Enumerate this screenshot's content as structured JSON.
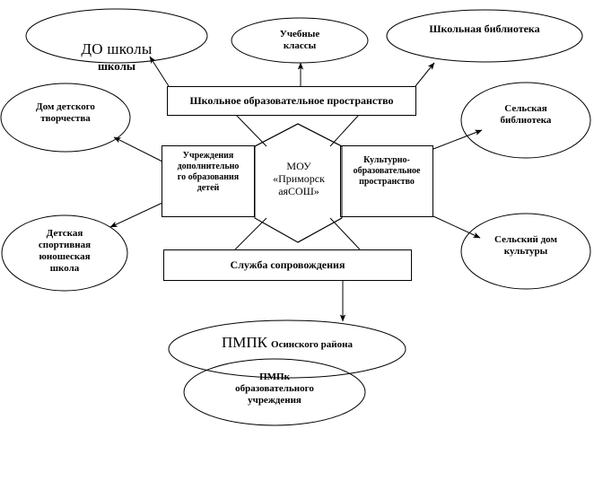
{
  "diagram": {
    "title": "Образовательное пространство МОУ «Приморская СОШ»",
    "center": {
      "label": "МОУ\n«Приморск\nаяСОШ»",
      "shape": "hexagon"
    },
    "boxes": [
      {
        "id": "school-edu-space",
        "label": "Школьное образовательное пространство"
      },
      {
        "id": "extra-edu-institutions",
        "label": "Учреждения\nдополнительно\nго образования\nдетей"
      },
      {
        "id": "cultural-edu-space",
        "label": "Культурно-\nобразовательное\nпространство"
      },
      {
        "id": "support-service",
        "label": "Служба  сопровождения"
      }
    ],
    "ellipses": [
      {
        "id": "do-shkoly",
        "label": "ДО школы",
        "sublabel": "школы"
      },
      {
        "id": "uchebnye-klassy",
        "label": "Учебные\nклассы"
      },
      {
        "id": "school-library",
        "label": "Школьная  библиотека"
      },
      {
        "id": "dom-tvorchestva",
        "label": "Дом детского\nтворчества"
      },
      {
        "id": "rural-library",
        "label": "Сельская\nбиблиотека"
      },
      {
        "id": "sport-school",
        "label": "Детская\nспортивная\nюношеская\nшкола"
      },
      {
        "id": "rural-house-culture",
        "label": "Сельский дом\nкультуры"
      },
      {
        "id": "pmpk-district",
        "label": "ПМПК",
        "sublabel": "Осинского района"
      },
      {
        "id": "pmpk-institution",
        "label": "ПМПк\nобразовательного\nучреждения"
      }
    ],
    "colors": {
      "stroke": "#000000",
      "fill": "#ffffff",
      "text": "#000000"
    }
  }
}
